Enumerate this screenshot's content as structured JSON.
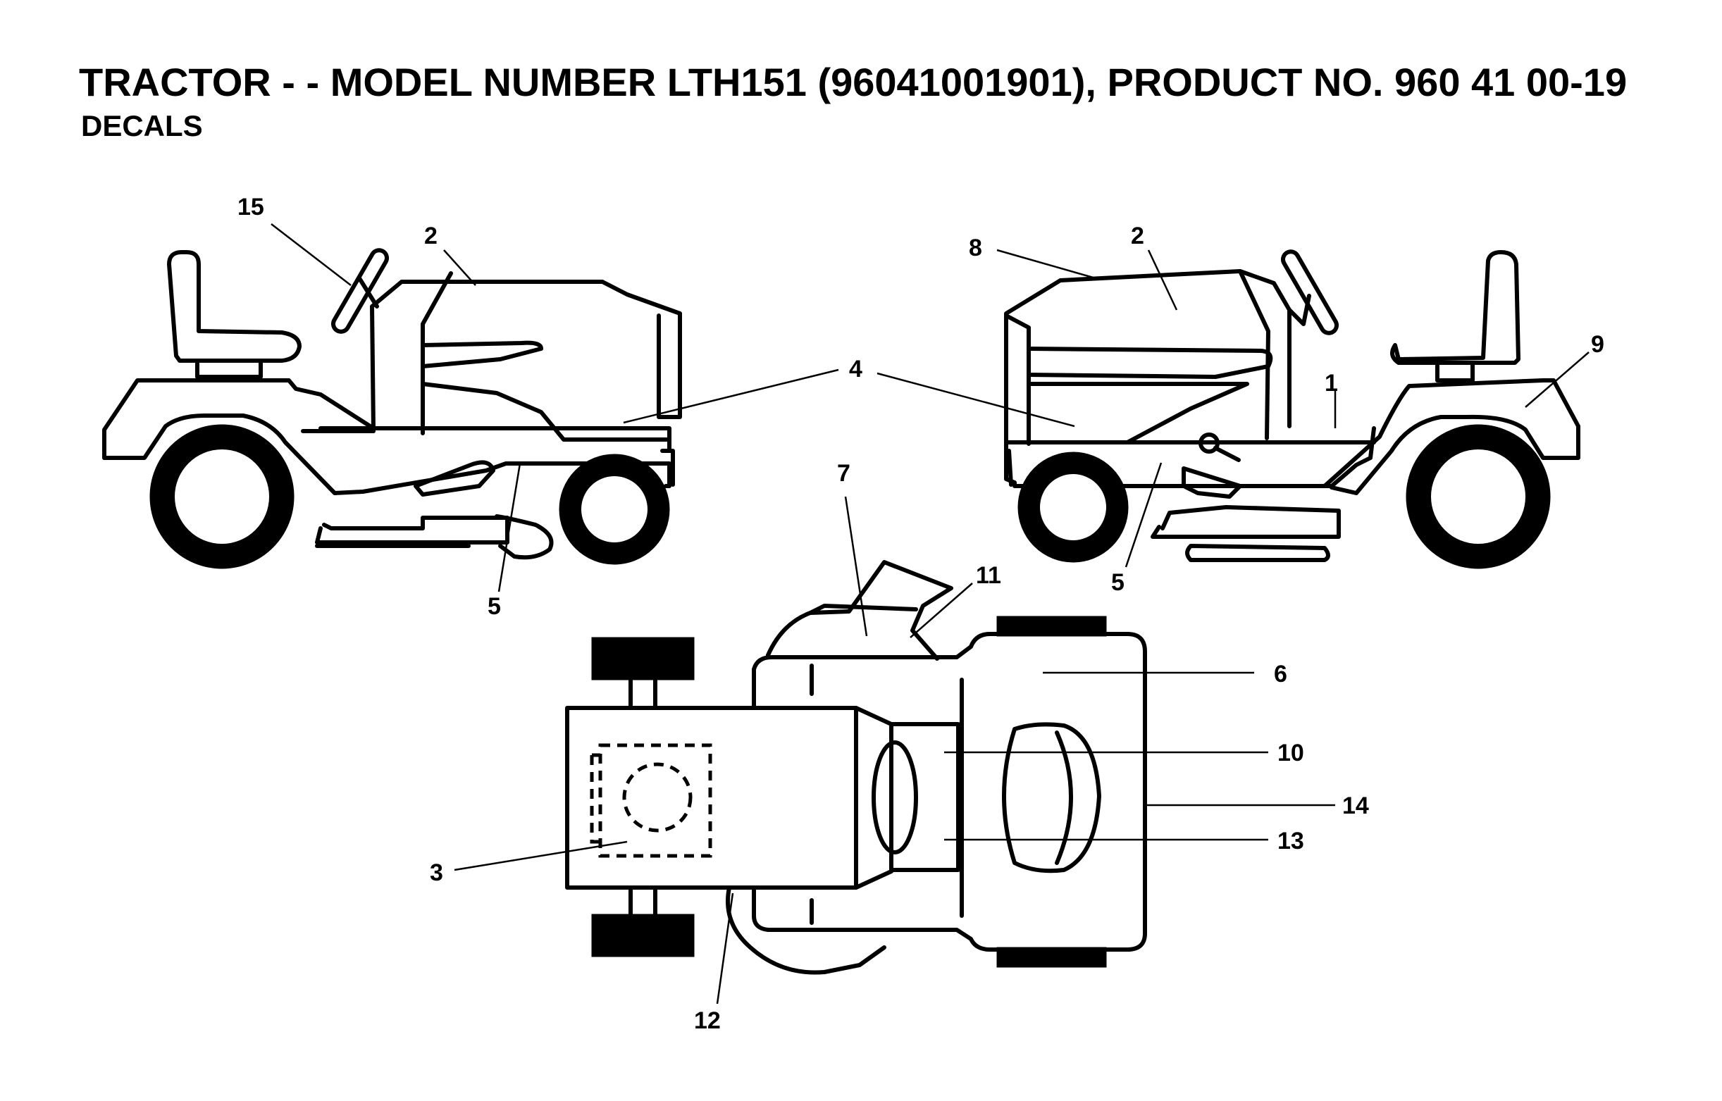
{
  "header": {
    "title": "TRACTOR - - MODEL NUMBER LTH151 (96041001901), PRODUCT NO. 960 41 00-19",
    "subtitle": "DECALS"
  },
  "callouts": {
    "c1": "1",
    "c2_left": "2",
    "c2_right": "2",
    "c3": "3",
    "c4": "4",
    "c5_left": "5",
    "c5_right": "5",
    "c6": "6",
    "c7": "7",
    "c8": "8",
    "c9": "9",
    "c10": "10",
    "c11": "11",
    "c12": "12",
    "c13": "13",
    "c14": "14",
    "c15": "15"
  }
}
